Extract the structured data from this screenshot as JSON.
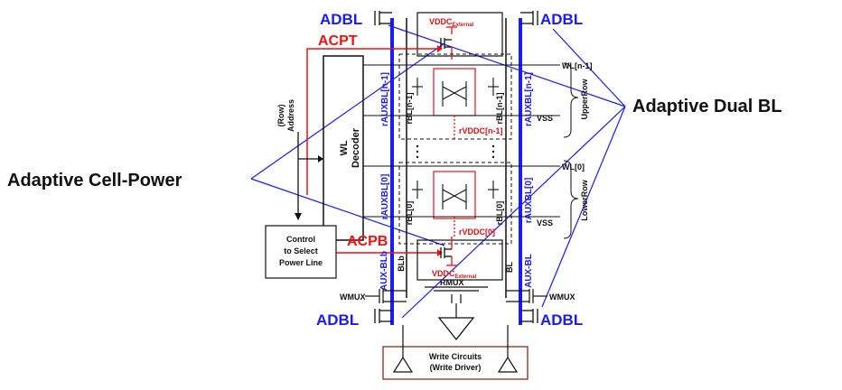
{
  "labels": {
    "adaptive_cell_power": "Adaptive Cell-Power",
    "adaptive_dual_bl": "Adaptive Dual BL",
    "adbl": "ADBL",
    "acpt": "ACPT",
    "acpb": "ACPB",
    "vddc_external": "VDDC",
    "vddc_external_sub": "External",
    "wl_decoder": "WL Decoder",
    "wl_line1": "WL",
    "wl_line2": "Decoder",
    "row_address": "(Row) Address",
    "row_address_l1": "(Row)",
    "row_address_l2": "Address",
    "control_l1": "Control",
    "control_l2": "to Select",
    "control_l3": "Power Line",
    "wl_n1": "WL[n-1]",
    "wl_0": "WL[0]",
    "vss": "VSS",
    "upper_row": "UpperRow",
    "lower_row": "LowerRow",
    "r_vddc_n1": "rVDDC[n-1]",
    "r_vddc_0": "rVDDC[0]",
    "r_auxbl_n1": "rAUXBL[n-1]",
    "r_auxbl_0": "rAUXBL[0]",
    "r_bl_n1": "rBL[n-1]",
    "r_bl_0": "rBL[0]",
    "aux_blb": "AUX-BLb",
    "aux_bl": "AUX-BL",
    "blb": "BLb",
    "bl": "BL",
    "wmux": "WMUX",
    "rmux": "RMUX",
    "write_l1": "Write Circuits",
    "write_l2": "(Write Driver)"
  },
  "colors": {
    "blue": "#1a1aff",
    "red": "#ee1111",
    "black": "#111111"
  }
}
